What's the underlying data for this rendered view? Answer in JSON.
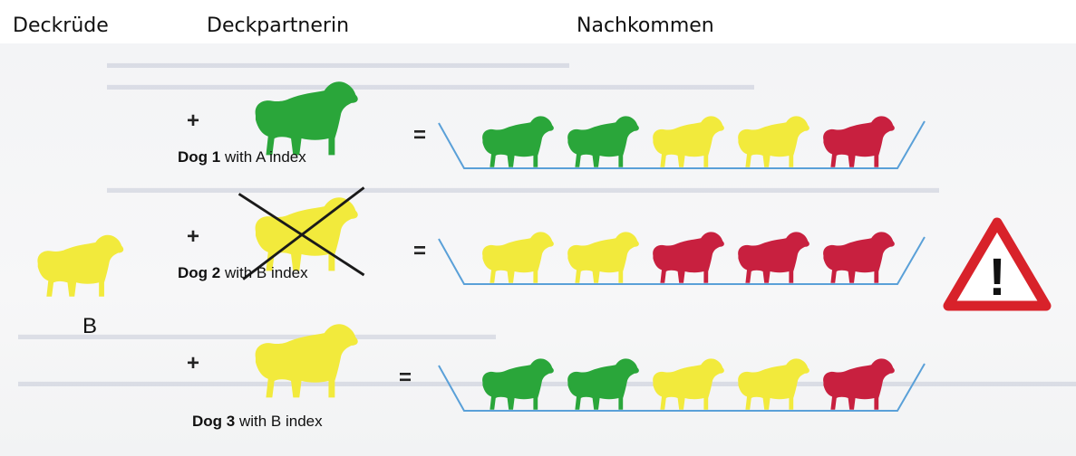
{
  "headers": {
    "stud": "Deckrüde",
    "dam": "Deckpartnerin",
    "offspring": "Nachkommen"
  },
  "stud": {
    "letter": "B",
    "color": "#f2ea3c"
  },
  "colors": {
    "green": "#2aa63a",
    "yellow": "#f2ea3c",
    "red": "#c8203f",
    "tray": "#5aa0d8"
  },
  "rows": [
    {
      "operator_plus": "+",
      "operator_equals": "=",
      "partner_color": "green",
      "partner_crossed": false,
      "dog_name": "Dog 1",
      "dog_suffix": " with A index",
      "offspring": [
        "green",
        "green",
        "yellow",
        "yellow",
        "red"
      ],
      "warning": false
    },
    {
      "operator_plus": "+",
      "operator_equals": "=",
      "partner_color": "yellow",
      "partner_crossed": true,
      "dog_name": "Dog 2",
      "dog_suffix": " with B index",
      "offspring": [
        "yellow",
        "yellow",
        "red",
        "red",
        "red"
      ],
      "warning": true,
      "warning_icon": "warning-triangle-icon",
      "warning_mark": "!"
    },
    {
      "operator_plus": "+",
      "operator_equals": "=",
      "partner_color": "yellow",
      "partner_crossed": false,
      "dog_name": "Dog 3",
      "dog_suffix": " with B index",
      "offspring": [
        "green",
        "green",
        "yellow",
        "yellow",
        "red"
      ],
      "warning": false
    }
  ]
}
